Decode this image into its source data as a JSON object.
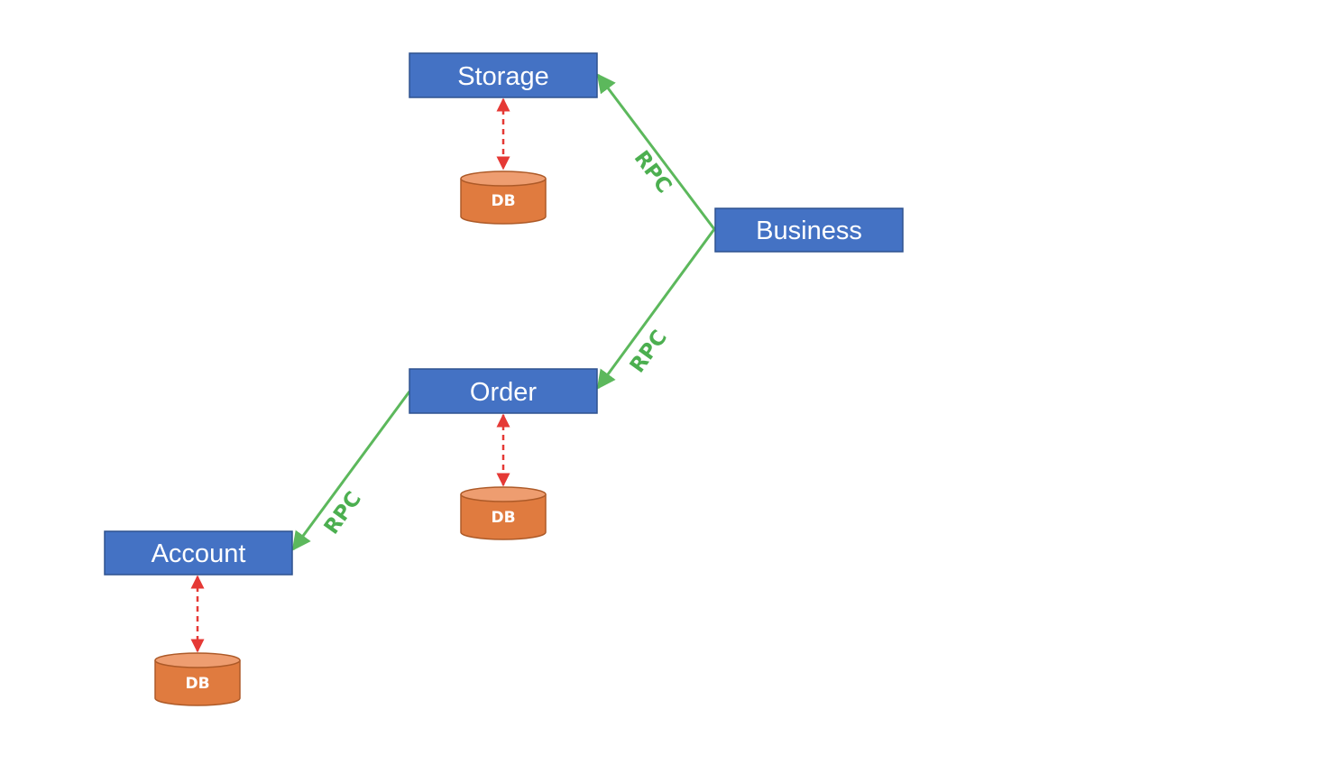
{
  "colors": {
    "service_fill": "#4472c4",
    "service_stroke": "#2f528f",
    "db_fill": "#e07b3f",
    "db_stroke": "#ad5a28",
    "db_top": "#ee9d70",
    "rpc_line": "#5cb85c",
    "rpc_text": "#4caf50",
    "db_link": "#e53935"
  },
  "services": {
    "storage": {
      "label": "Storage"
    },
    "business": {
      "label": "Business"
    },
    "order": {
      "label": "Order"
    },
    "account": {
      "label": "Account"
    }
  },
  "databases": {
    "storage_db": {
      "label": "DB"
    },
    "order_db": {
      "label": "DB"
    },
    "account_db": {
      "label": "DB"
    }
  },
  "connections": {
    "business_to_storage": {
      "label": "RPC"
    },
    "business_to_order": {
      "label": "RPC"
    },
    "order_to_account": {
      "label": "RPC"
    }
  }
}
